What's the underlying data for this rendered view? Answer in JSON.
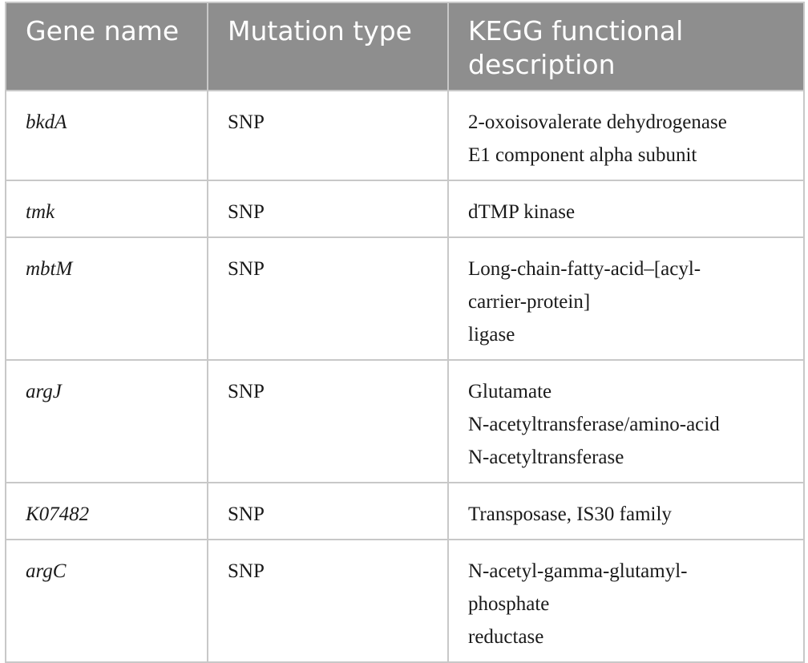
{
  "table": {
    "headers": {
      "gene_name": "Gene name",
      "mutation_type": "Mutation type",
      "kegg_line1": "KEGG functional",
      "kegg_line2": "description"
    },
    "rows": [
      {
        "gene": "bkdA",
        "mutation": "SNP",
        "description_lines": [
          "2-oxoisovalerate dehydrogenase",
          "E1 component alpha subunit"
        ]
      },
      {
        "gene": "tmk",
        "mutation": "SNP",
        "description_lines": [
          "dTMP kinase"
        ]
      },
      {
        "gene": "mbtM",
        "mutation": "SNP",
        "description_lines": [
          "Long-chain-fatty-acid–[acyl-",
          "carrier-protein]",
          "ligase"
        ]
      },
      {
        "gene": "argJ",
        "mutation": "SNP",
        "description_lines": [
          "Glutamate",
          "N-acetyltransferase/amino-acid",
          "N-acetyltransferase"
        ]
      },
      {
        "gene": "K07482",
        "mutation": "SNP",
        "description_lines": [
          "Transposase, IS30 family"
        ]
      },
      {
        "gene": "argC",
        "mutation": "SNP",
        "description_lines": [
          "N-acetyl-gamma-glutamyl-",
          "phosphate",
          "reductase"
        ]
      }
    ]
  },
  "colors": {
    "header_background": "#8e8e8e",
    "header_text": "#ffffff",
    "border": "#c8c8c8",
    "body_text": "#1a1a1a"
  }
}
